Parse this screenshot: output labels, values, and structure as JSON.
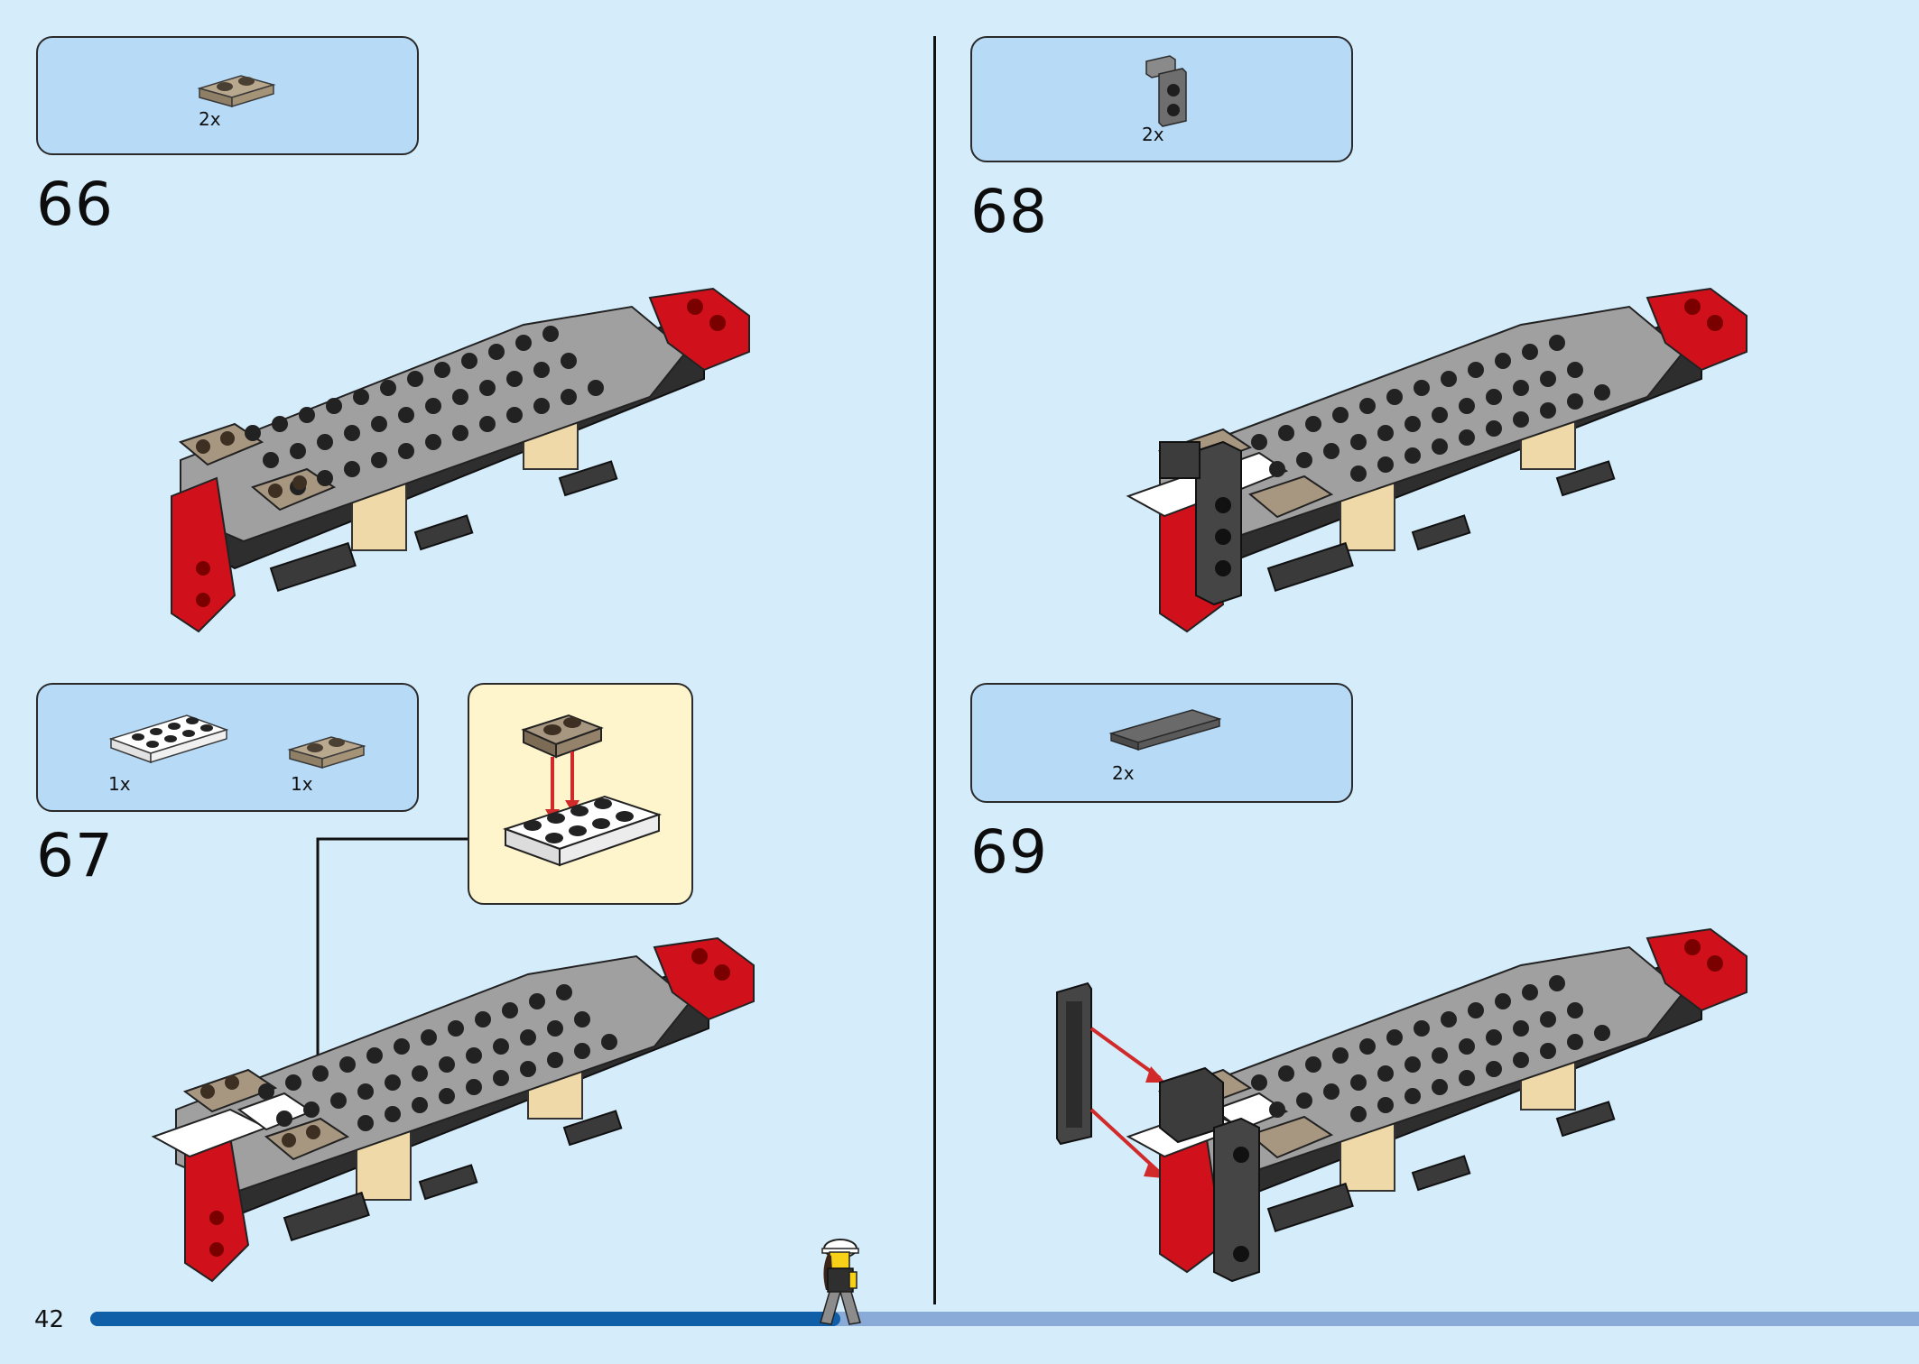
{
  "page_number": "42",
  "progress": {
    "fraction": 0.41
  },
  "steps": [
    {
      "number": "66",
      "parts": [
        {
          "qty": "2x",
          "color": "#a89780"
        }
      ]
    },
    {
      "number": "67",
      "parts": [
        {
          "qty": "1x",
          "color": "#ffffff"
        },
        {
          "qty": "1x",
          "color": "#a89780"
        }
      ]
    },
    {
      "number": "68",
      "parts": [
        {
          "qty": "2x",
          "color": "#6e6e6e"
        }
      ]
    },
    {
      "number": "69",
      "parts": [
        {
          "qty": "2x",
          "color": "#5a5a5a"
        }
      ]
    }
  ],
  "colors": {
    "background": "#d5ecfb",
    "callout": "#b7dbf7",
    "subassembly": "#fff5cc",
    "arrow": "#d12a2a",
    "grey": "#9b9b9b",
    "dark_grey": "#3c3c3c",
    "red": "#d0101a",
    "tan": "#efd9a8",
    "dark_tan": "#a89780"
  }
}
